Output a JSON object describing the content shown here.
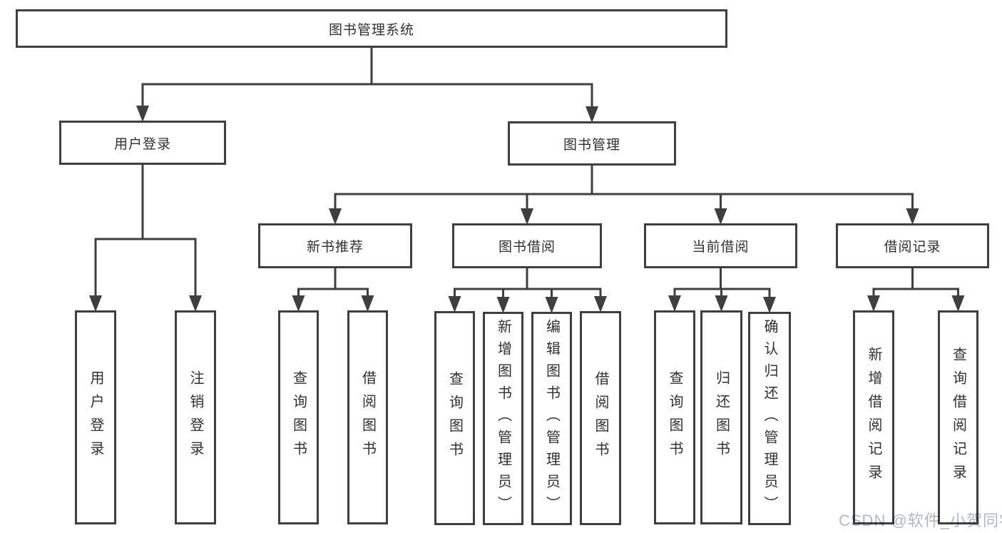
{
  "colors": {
    "line": "#3f3f3f",
    "text": "#303030",
    "background": "#ffffff",
    "watermark_text_color": "#b3b8bf"
  },
  "watermark": {
    "text": "CSDN @软件_小贺同学"
  },
  "diagram": {
    "type": "hierarchy",
    "title": "图书管理系统",
    "nodes": [
      {
        "id": "root",
        "label": "图书管理系统",
        "level": 0
      },
      {
        "id": "user-login-group",
        "label": "用户登录",
        "level": 1
      },
      {
        "id": "book-mgmt",
        "label": "图书管理",
        "level": 1
      },
      {
        "id": "new-book-rec",
        "label": "新书推荐",
        "level": 2
      },
      {
        "id": "book-borrow",
        "label": "图书借阅",
        "level": 2
      },
      {
        "id": "current-borrow",
        "label": "当前借阅",
        "level": 2
      },
      {
        "id": "borrow-records",
        "label": "借阅记录",
        "level": 2
      },
      {
        "id": "user-login",
        "label": "用户登录",
        "level": 3
      },
      {
        "id": "logout",
        "label": "注销登录",
        "level": 3
      },
      {
        "id": "nb-query-book",
        "label": "查询图书",
        "level": 3
      },
      {
        "id": "nb-borrow-book",
        "label": "借阅图书",
        "level": 3
      },
      {
        "id": "bb-query-book",
        "label": "查询图书",
        "level": 3
      },
      {
        "id": "bb-add-book",
        "label": "新增图书（管理员）",
        "level": 3
      },
      {
        "id": "bb-edit-book",
        "label": "编辑图书（管理员）",
        "level": 3
      },
      {
        "id": "bb-borrow-book",
        "label": "借阅图书",
        "level": 3
      },
      {
        "id": "cb-query-book",
        "label": "查询图书",
        "level": 3
      },
      {
        "id": "cb-return-book",
        "label": "归还图书",
        "level": 3
      },
      {
        "id": "cb-confirm-return",
        "label": "确认归还（管理员）",
        "level": 3
      },
      {
        "id": "br-add-record",
        "label": "新增借阅记录",
        "level": 3
      },
      {
        "id": "br-query-record",
        "label": "查询借阅记录",
        "level": 3
      }
    ],
    "edges": [
      {
        "from": "root",
        "to": [
          "user-login-group",
          "book-mgmt"
        ]
      },
      {
        "from": "user-login-group",
        "to": [
          "user-login",
          "logout"
        ]
      },
      {
        "from": "book-mgmt",
        "to": [
          "new-book-rec",
          "book-borrow",
          "current-borrow",
          "borrow-records"
        ]
      },
      {
        "from": "new-book-rec",
        "to": [
          "nb-query-book",
          "nb-borrow-book"
        ]
      },
      {
        "from": "book-borrow",
        "to": [
          "bb-query-book",
          "bb-add-book",
          "bb-edit-book",
          "bb-borrow-book"
        ]
      },
      {
        "from": "current-borrow",
        "to": [
          "cb-query-book",
          "cb-return-book",
          "cb-confirm-return"
        ]
      },
      {
        "from": "borrow-records",
        "to": [
          "br-add-record",
          "br-query-record"
        ]
      }
    ]
  }
}
